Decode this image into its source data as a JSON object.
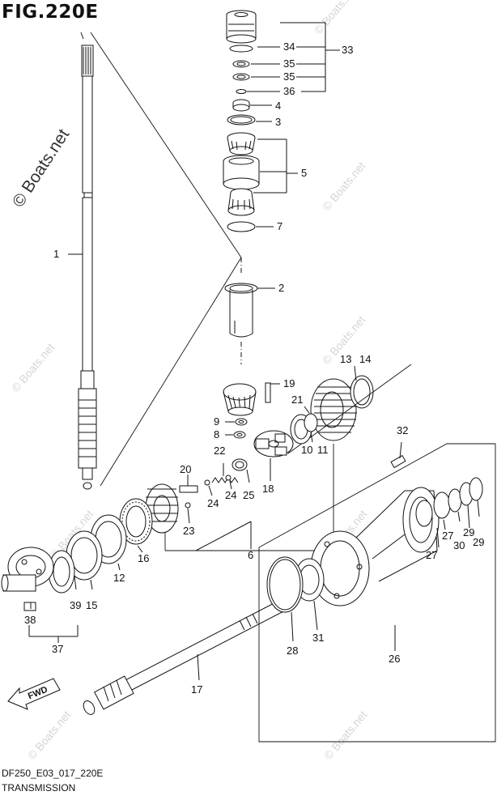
{
  "figure": {
    "title": "FIG.220E",
    "watermark_primary": "© Boats.net",
    "watermark_faint": "© Boats.net",
    "footer_code": "DF250_E03_017_220E",
    "footer_caption": "TRANSMISSION",
    "fwd_label": "FWD"
  },
  "callouts": [
    "1",
    "2",
    "3",
    "4",
    "5",
    "6",
    "7",
    "8",
    "9",
    "10",
    "11",
    "13",
    "14",
    "15",
    "16",
    "17",
    "18",
    "19",
    "20",
    "21",
    "22",
    "23",
    "24",
    "24",
    "25",
    "26",
    "27",
    "27",
    "28",
    "29",
    "29",
    "30",
    "31",
    "32",
    "33",
    "34",
    "35",
    "35",
    "36",
    "37",
    "38",
    "39",
    "12"
  ]
}
